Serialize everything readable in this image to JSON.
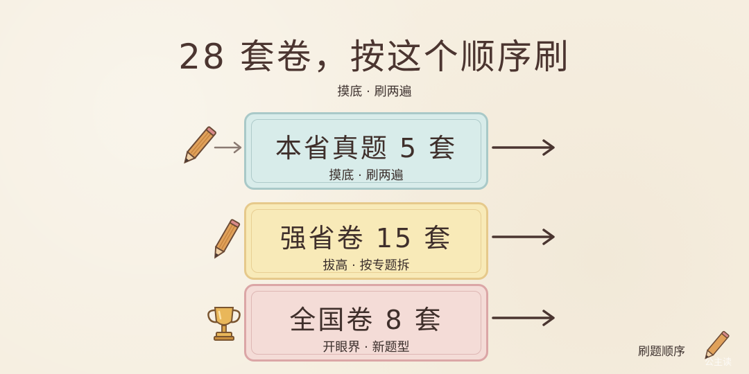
{
  "title": "28 套卷，按这个顺序刷",
  "subtitle": "摸底 · 刷两遍",
  "cards": [
    {
      "title": "本省真题 5 套",
      "subtitle": "摸底 · 刷两遍",
      "border_color": "#a9c9c8",
      "fill_color": "#d8ecea"
    },
    {
      "title": "强省卷 15 套",
      "subtitle": "拔高 · 按专题拆",
      "border_color": "#e6c98b",
      "fill_color": "#f8eab8"
    },
    {
      "title": "全国卷 8 套",
      "subtitle": "开眼界 · 新题型",
      "border_color": "#dba6a6",
      "fill_color": "#f4dcd7"
    }
  ],
  "footer": {
    "label": "刷题顺序"
  },
  "watermark": "公主读",
  "icons": [
    "pencil-icon",
    "small-arrow-icon",
    "pencil-icon",
    "trophy-icon",
    "arrow-right-icon",
    "pencil-icon"
  ]
}
